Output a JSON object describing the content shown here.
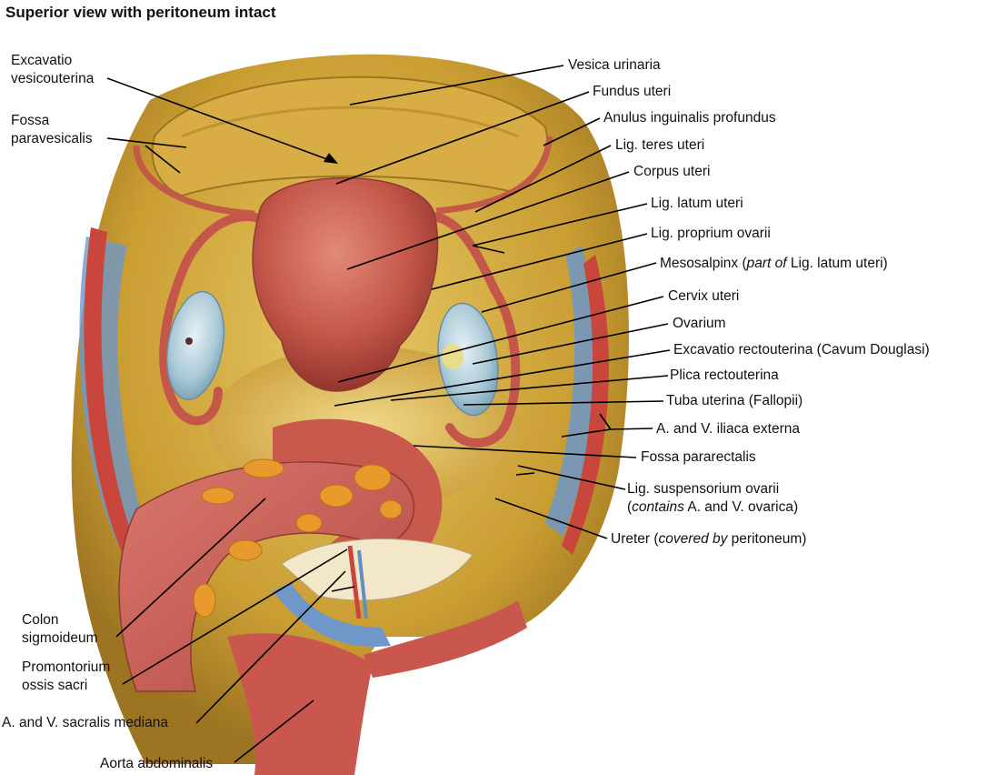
{
  "title": "Superior view with peritoneum intact",
  "colors": {
    "tissue_yellow": "#d9b64a",
    "uterus": "#c9584a",
    "ovary": "#b9d4df",
    "vessel_red": "#c8463c",
    "vein_blue": "#5f8fc3",
    "fat": "#e8a028",
    "leader": "#000000"
  },
  "labels": {
    "excavatio_vesicouterina_1": "Excavatio",
    "excavatio_vesicouterina_2": "vesicouterina",
    "fossa_paravesicalis_1": "Fossa",
    "fossa_paravesicalis_2": "paravesicalis",
    "vesica_urinaria": "Vesica urinaria",
    "fundus_uteri": "Fundus uteri",
    "anulus_inguinalis": "Anulus inguinalis profundus",
    "lig_teres": "Lig. teres uteri",
    "corpus_uteri": "Corpus uteri",
    "lig_latum": "Lig. latum uteri",
    "lig_proprium": "Lig. proprium ovarii",
    "mesosalpinx_a": "Mesosalpinx (",
    "mesosalpinx_b": "part of",
    "mesosalpinx_c": " Lig. latum uteri)",
    "cervix_uteri": "Cervix uteri",
    "ovarium": "Ovarium",
    "excavatio_rectouterina": "Excavatio rectouterina (Cavum Douglasi)",
    "plica_rectouterina": "Plica rectouterina",
    "tuba_uterina": "Tuba uterina (Fallopii)",
    "iliaca_externa": "A. and V. iliaca externa",
    "fossa_pararectalis": "Fossa pararectalis",
    "lig_suspensorium_1": "Lig. suspensorium ovarii",
    "lig_suspensorium_2a": "(",
    "lig_suspensorium_2b": "contains",
    "lig_suspensorium_2c": " A. and V. ovarica)",
    "ureter_a": "Ureter (",
    "ureter_b": "covered by",
    "ureter_c": " peritoneum)",
    "colon_1": "Colon",
    "colon_2": "sigmoideum",
    "promontorium_1": "Promontorium",
    "promontorium_2": "ossis sacri",
    "sacralis_mediana": "A. and V. sacralis mediana",
    "aorta": "Aorta abdominalis"
  }
}
